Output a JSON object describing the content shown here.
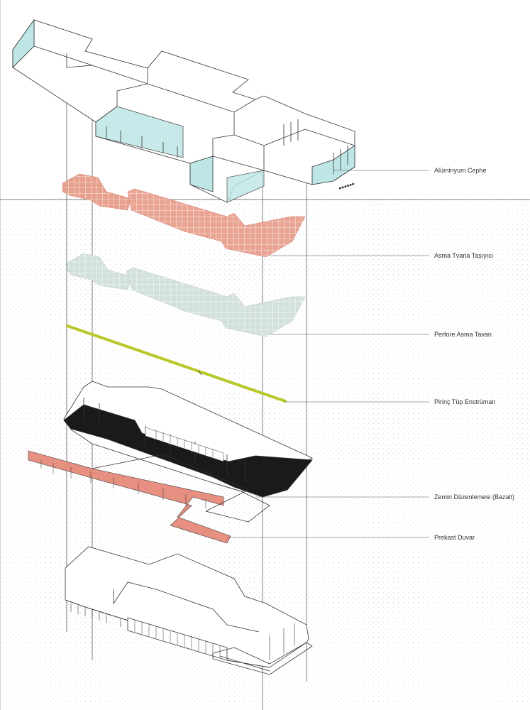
{
  "labels": [
    {
      "id": "aluminyum",
      "text": "Alüminyum Cephe"
    },
    {
      "id": "asma-tvana",
      "text": "Asma Tvana Taşıyıcı"
    },
    {
      "id": "perfore",
      "text": "Perfore Asma Tavan"
    },
    {
      "id": "pirinc",
      "text": "Pirinç Tüp Enstrüman"
    },
    {
      "id": "zemin",
      "text": "Zemin Düzenlemesi (Bazalt)"
    },
    {
      "id": "prekast",
      "text": "Prekast Duvar"
    }
  ],
  "colors": {
    "aluminum_glass": "#bfe6e6",
    "ceiling_grid": "#e8a08e",
    "perforated_grid": "#c9d9d6",
    "brass_tube": "#b8c82a",
    "basalt": "#1a1a1a",
    "precast": "#e68a7a",
    "line": "#333333",
    "stipple": "#d9d9d9"
  }
}
